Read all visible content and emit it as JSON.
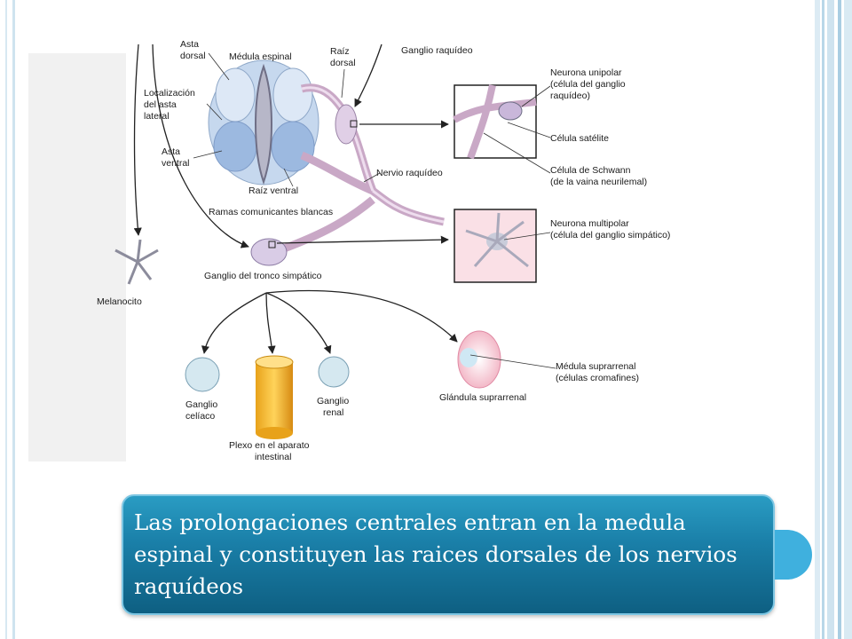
{
  "labels": {
    "asta_dorsal_1": "Asta",
    "asta_dorsal_2": "dorsal",
    "medula_espinal": "Médula espinal",
    "raiz_dorsal_1": "Raíz",
    "raiz_dorsal_2": "dorsal",
    "ganglio_raquideo": "Ganglio raquídeo",
    "localizacion_1": "Localización",
    "localizacion_2": "del asta",
    "localizacion_3": "lateral",
    "asta_ventral_1": "Asta",
    "asta_ventral_2": "ventral",
    "raiz_ventral": "Raíz ventral",
    "nervio_raquideo": "Nervio raquídeo",
    "ramas_comunicantes": "Ramas comunicantes blancas",
    "ganglio_tronco": "Ganglio del tronco simpático",
    "melanocito": "Melanocito",
    "neurona_unipolar_1": "Neurona unipolar",
    "neurona_unipolar_2": "(célula del ganglio",
    "neurona_unipolar_3": "raquídeo)",
    "celula_satelite": "Célula satélite",
    "celula_schwann_1": "Célula de Schwann",
    "celula_schwann_2": "(de la vaina neurilemal)",
    "neurona_multipolar_1": "Neurona multipolar",
    "neurona_multipolar_2": "(célula del ganglio simpático)",
    "medula_suprarrenal_1": "Médula suprarrenal",
    "medula_suprarrenal_2": "(células cromafines)",
    "glandula_suprarrenal": "Glándula suprarrenal",
    "ganglio_celiaco_1": "Ganglio",
    "ganglio_celiaco_2": "celíaco",
    "ganglio_renal_1": "Ganglio",
    "ganglio_renal_2": "renal",
    "plexo_1": "Plexo en el aparato",
    "plexo_2": "intestinal"
  },
  "caption": {
    "text": "Las prolongaciones centrales entran en la medula espinal y constituyen las raices dorsales de los nervios raquídeos"
  },
  "colors": {
    "caption_bg": "#1a7fa8",
    "accent": "#3fb0de",
    "frame": "#cfe3ef"
  }
}
